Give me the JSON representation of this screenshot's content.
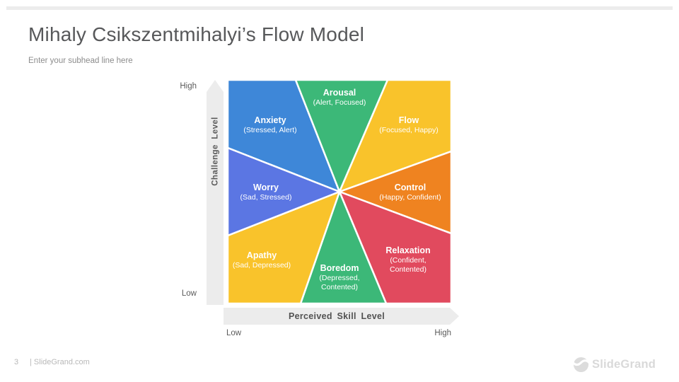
{
  "slide": {
    "title": "Mihaly Csikszentmihalyi’s Flow Model",
    "subhead": "Enter your subhead line here"
  },
  "chart_data": {
    "type": "flow-model-octant-diagram",
    "x_axis": {
      "label": "Perceived Skill Level",
      "low": "Low",
      "high": "High"
    },
    "y_axis": {
      "label": "Challenge Level",
      "low": "Low",
      "high": "High"
    },
    "segments": [
      {
        "id": "anxiety",
        "name": "Anxiety",
        "traits": "(Stressed, Alert)",
        "color": "#3E87D8",
        "position": "high challenge / low skill"
      },
      {
        "id": "arousal",
        "name": "Arousal",
        "traits": "(Alert, Focused)",
        "color": "#3CB878",
        "position": "high challenge / mid skill"
      },
      {
        "id": "flow",
        "name": "Flow",
        "traits": "(Focused, Happy)",
        "color": "#F9C32B",
        "position": "high challenge / high skill"
      },
      {
        "id": "control",
        "name": "Control",
        "traits": "(Happy, Confident)",
        "color": "#EF8320",
        "position": "mid challenge / high skill"
      },
      {
        "id": "relaxation",
        "name": "Relaxation",
        "traits": "(Confident, Contented)",
        "color": "#E14A5E",
        "position": "low challenge / high skill"
      },
      {
        "id": "boredom",
        "name": "Boredom",
        "traits": "(Depressed, Contented)",
        "color": "#3CB878",
        "position": "low challenge / mid skill"
      },
      {
        "id": "apathy",
        "name": "Apathy",
        "traits": "(Sad, Depressed)",
        "color": "#F9C32B",
        "position": "low challenge / low skill"
      },
      {
        "id": "worry",
        "name": "Worry",
        "traits": "(Sad, Stressed)",
        "color": "#5B76E3",
        "position": "mid challenge / low skill"
      }
    ],
    "axis_arrow_color": "#ececec"
  },
  "footer": {
    "page_number": "3",
    "site": "| SlideGrand.com",
    "brand": "SlideGrand"
  }
}
